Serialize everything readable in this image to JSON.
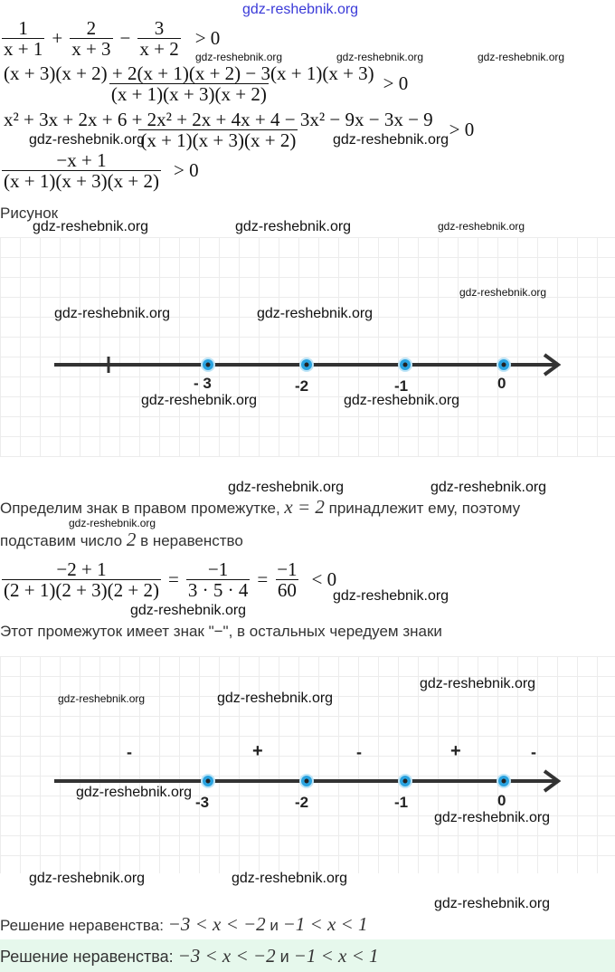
{
  "watermarks": [
    "gdz-reshebnik.org"
  ],
  "step1": {
    "fractions": [
      {
        "num": "1",
        "den": "x + 1"
      },
      {
        "num": "2",
        "den": "x + 3"
      },
      {
        "num": "3",
        "den": "x + 2"
      }
    ],
    "ops": [
      "+",
      "−"
    ],
    "rel": "> 0"
  },
  "step2": {
    "num": "(x + 3)(x + 2) + 2(x + 1)(x + 2) − 3(x + 1)(x + 3)",
    "den": "(x + 1)(x + 3)(x + 2)",
    "rel": "> 0"
  },
  "step3": {
    "num": "x² + 3x + 2x + 6 + 2x² + 2x + 4x + 4 − 3x² − 9x − 3x − 9",
    "den": "(x + 1)(x + 3)(x + 2)",
    "rel": "> 0"
  },
  "step4": {
    "num": "−x + 1",
    "den": "(x + 1)(x + 3)(x + 2)",
    "rel": "> 0"
  },
  "figure_label": "Рисунок",
  "figure1": {
    "points": [
      "- 3",
      "-2",
      "-1",
      "0"
    ]
  },
  "para1": {
    "a": "Определим знак в правом промежутке, ",
    "m": "x = 2",
    "b": " принадлежит ему, поэтому"
  },
  "para2": {
    "a": "подставим число ",
    "m": "2",
    "b": " в неравенство"
  },
  "calc": {
    "f1num": "−2 + 1",
    "f1den": "(2 + 1)(2 + 3)(2 + 2)",
    "eq": "=",
    "f2num": "−1",
    "f2den": "3 · 5 · 4",
    "f3num": "−1",
    "f3den": "60",
    "rel": "< 0"
  },
  "para3": "Этот промежуток имеет знак \"−\", в остальных чередуем знаки",
  "figure2": {
    "points": [
      "-3",
      "-2",
      "-1",
      "0"
    ],
    "signs": [
      "-",
      "+",
      "-",
      "+",
      "-"
    ]
  },
  "solution": {
    "label": "Решение неравенства: ",
    "m1": "−3 < x < −2",
    "and": " и ",
    "m2": "−1 < x < 1"
  },
  "colors": {
    "point": "#2aa3e0",
    "axis": "#333333",
    "answer_bg": "#e6f8ec"
  }
}
